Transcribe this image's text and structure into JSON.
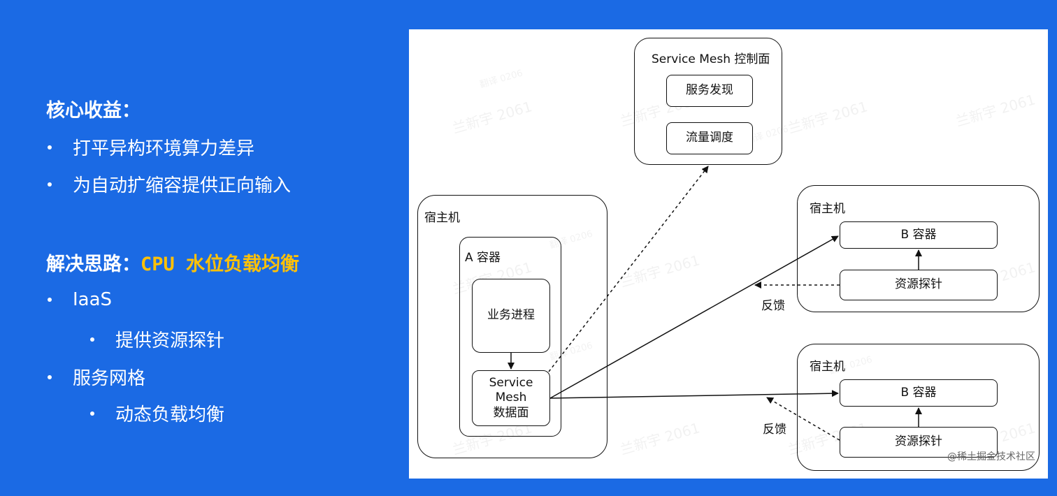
{
  "left": {
    "heading1": "核心收益：",
    "benefits": [
      "打平异构环境算力差异",
      "为自动扩缩容提供正向输入"
    ],
    "heading2_prefix": "解决思路：",
    "heading2_accent": "CPU 水位负载均衡",
    "items": [
      {
        "label": "IaaS",
        "sub": "提供资源探针"
      },
      {
        "label": "服务网格",
        "sub": "动态负载均衡"
      }
    ]
  },
  "diagram": {
    "control_plane": {
      "title": "Service Mesh 控制面",
      "service_discovery": "服务发现",
      "traffic_scheduling": "流量调度"
    },
    "host_a": {
      "label": "宿主机",
      "container_label": "A 容器",
      "process": "业务进程",
      "data_plane": "Service\nMesh\n数据面"
    },
    "host_b1": {
      "label": "宿主机",
      "container": "B 容器",
      "probe": "资源探针",
      "feedback": "反馈"
    },
    "host_b2": {
      "label": "宿主机",
      "container": "B 容器",
      "probe": "资源探针",
      "feedback": "反馈"
    },
    "watermark_name": "兰新宇 2061",
    "watermark_code": "翻译 0206",
    "credit": "@稀土掘金技术社区"
  }
}
